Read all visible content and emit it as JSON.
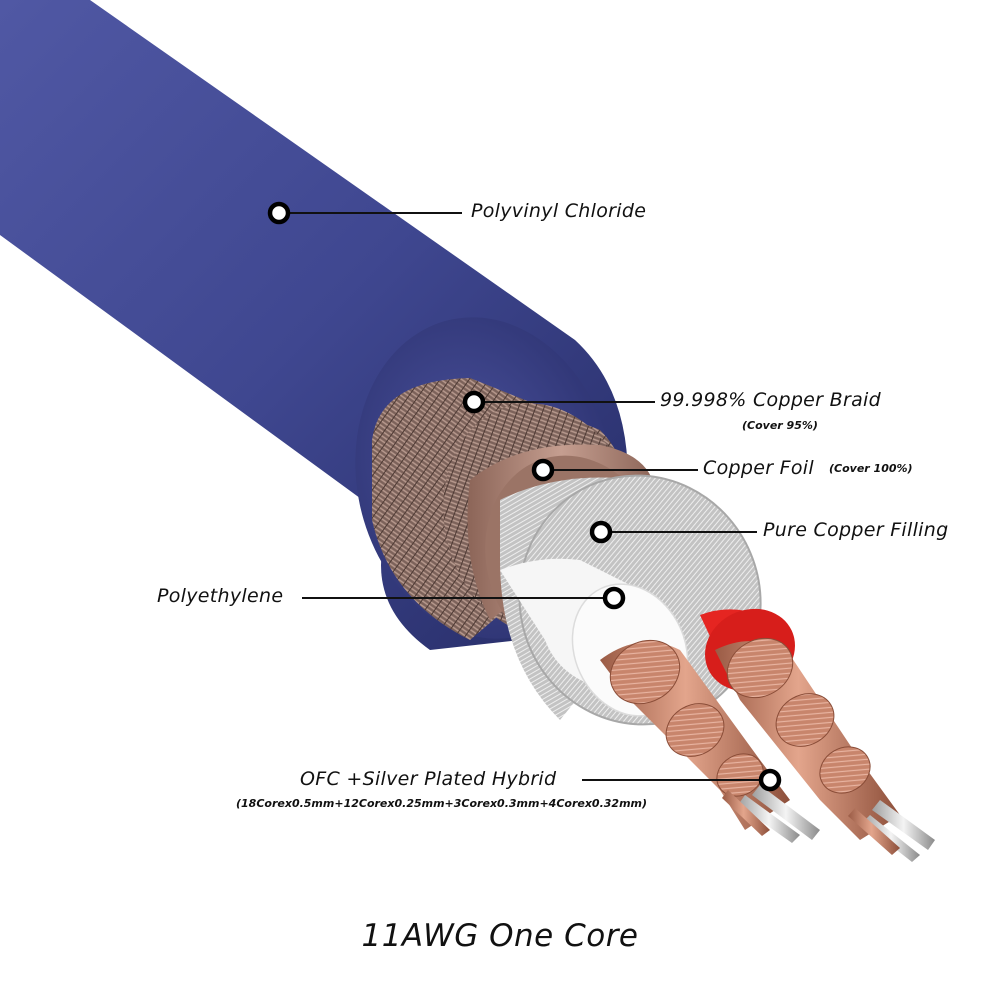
{
  "labels": {
    "pvc": "Polyvinyl Chloride",
    "braid": "99.998% Copper Braid",
    "braid_cover": "(Cover 95%)",
    "foil": "Copper Foil",
    "foil_cover": "(Cover 100%)",
    "filling": "Pure Copper Filling",
    "pe": "Polyethylene",
    "conductor": "OFC +Silver Plated Hybrid",
    "conductor_spec": "(18Corex0.5mm+12Corex0.25mm+3Corex0.3mm+4Corex0.32mm)"
  },
  "caption": "11AWG One Core",
  "colors": {
    "jacket": "#3e468f",
    "braid": "#8a6e64",
    "foil": "#a87f70",
    "filling": "#c9c9c9",
    "insulation": "#f6f6f6",
    "red_insulation": "#e52521",
    "copper": "#c9836b",
    "silver": "#dcdcdc"
  }
}
